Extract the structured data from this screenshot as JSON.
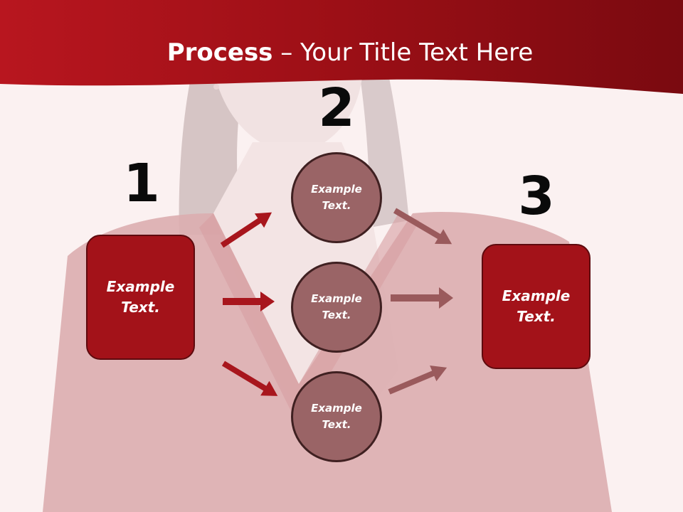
{
  "header": {
    "title_bold": "Process",
    "title_rest": " – Your Title Text Here"
  },
  "steps": {
    "step1": {
      "number": "1",
      "text_line1": "Example",
      "text_line2": "Text."
    },
    "step2": {
      "number": "2"
    },
    "step3": {
      "number": "3",
      "text_line1": "Example",
      "text_line2": "Text."
    }
  },
  "circles": [
    {
      "line1": "Example",
      "line2": "Text."
    },
    {
      "line1": "Example",
      "line2": "Text."
    },
    {
      "line1": "Example",
      "line2": "Text."
    }
  ],
  "colors": {
    "header_red": "#9e0f16",
    "box_red": "#a31219",
    "circle_fill": "#9a6466",
    "arrow_red": "#a8161d",
    "arrow_muted": "#9a5a5c"
  }
}
